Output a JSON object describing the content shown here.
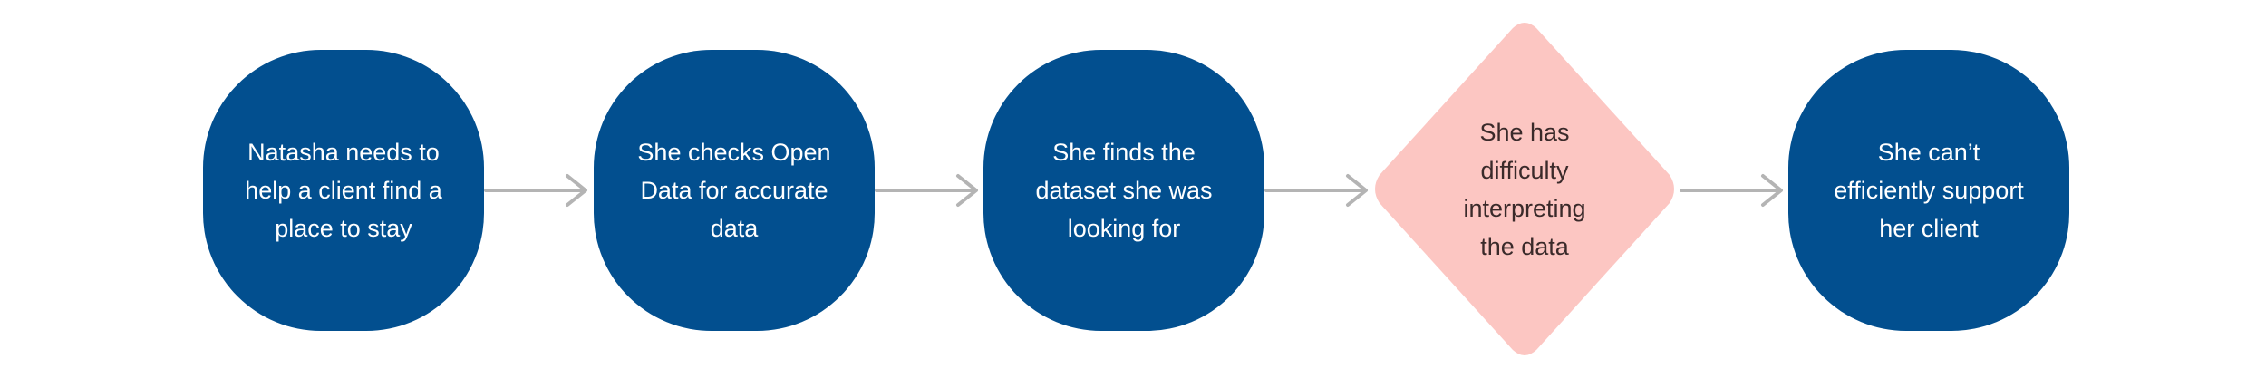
{
  "diagram": {
    "colors": {
      "process_fill": "#024f8f",
      "process_text": "#ffffff",
      "decision_fill": "#fcc6c2",
      "decision_text": "#3a2a2a",
      "arrow": "#b4b4b4"
    },
    "steps": [
      {
        "shape": "rounded-square",
        "label": "Natasha needs to\nhelp a client find a\nplace to stay"
      },
      {
        "shape": "rounded-square",
        "label": "She checks Open\nData for accurate\ndata"
      },
      {
        "shape": "rounded-square",
        "label": "She finds the\ndataset she was\nlooking for"
      },
      {
        "shape": "diamond",
        "label": "She has\ndifficulty\ninterpreting\nthe data"
      },
      {
        "shape": "rounded-square",
        "label": "She can’t\nefficiently support\nher client"
      }
    ],
    "connectors": [
      {
        "from": 0,
        "to": 1,
        "icon": "arrow-right-icon"
      },
      {
        "from": 1,
        "to": 2,
        "icon": "arrow-right-icon"
      },
      {
        "from": 2,
        "to": 3,
        "icon": "arrow-right-icon"
      },
      {
        "from": 3,
        "to": 4,
        "icon": "arrow-right-icon"
      }
    ]
  }
}
